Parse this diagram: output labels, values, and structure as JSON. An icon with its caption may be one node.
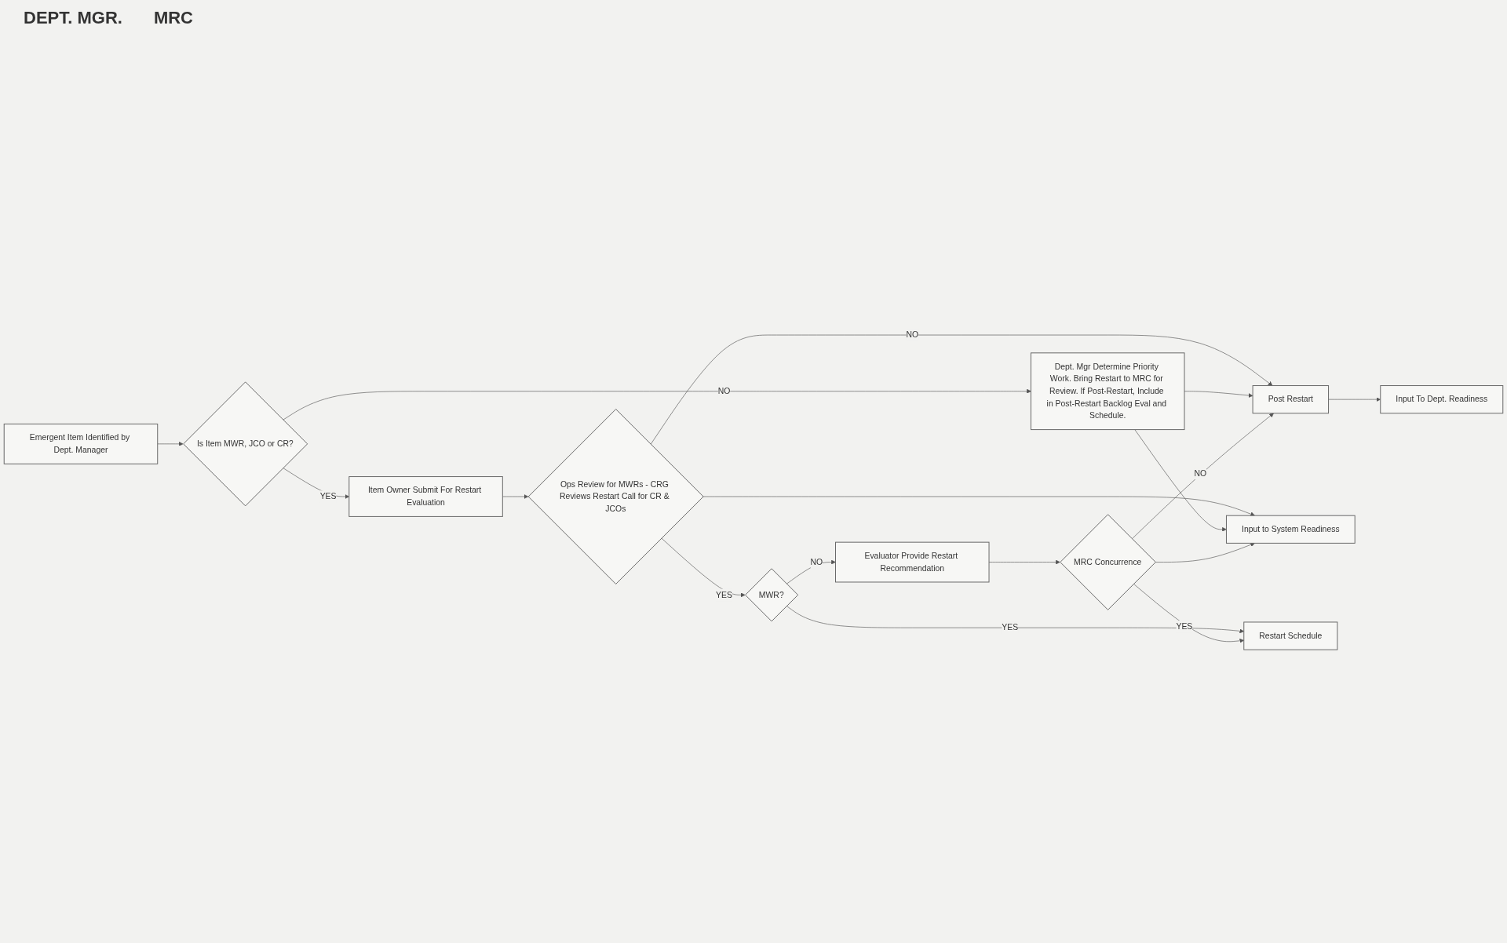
{
  "diagram": {
    "nodes": [
      {
        "text": [
          "Emergent Item Identified by Dept. Manager"
        ]
      },
      {
        "text": [
          "Is Item MWR, JCO or CR?"
        ]
      },
      {
        "text": [
          "Item Owner Submit For Restart Evaluation"
        ]
      },
      {
        "text": [
          "Ops Review for MWRs - CRG Reviews Restart Call for CR & JCOs"
        ]
      },
      {
        "text": [
          "MWR?"
        ]
      },
      {
        "text": [
          "Dept. Mgr Determine Priority Work. Bring Restart to MRC for Review. If Post-Restart, Include in Post-Restart Backlog Eval and Schedule."
        ]
      },
      {
        "text": [
          "Evaluator Provide Restart Recommendation"
        ]
      },
      {
        "text": [
          "MRC Concurrence"
        ]
      },
      {
        "text": [
          "Post Restart"
        ]
      },
      {
        "text": [
          "Input to System Readiness"
        ]
      },
      {
        "text": [
          "Input To Dept. Readiness"
        ]
      },
      {
        "text": [
          "Restart Schedule"
        ]
      }
    ],
    "edges": [
      {
        "from": 0,
        "to": 1,
        "arrow": "to"
      },
      {
        "from": 1,
        "to": 2,
        "arrow": "to",
        "label": "YES"
      },
      {
        "from": 1,
        "to": 5,
        "arrow": "to",
        "label": "NO"
      },
      {
        "from": 2,
        "to": 3,
        "arrow": "to"
      },
      {
        "from": 3,
        "to": 4,
        "arrow": "to",
        "label": "YES"
      },
      {
        "from": 4,
        "to": 11,
        "arrow": "to",
        "label": "YES"
      },
      {
        "from": 4,
        "to": 6,
        "arrow": "to",
        "label": "NO"
      },
      {
        "from": 3,
        "to": 8,
        "arrow": "to",
        "label": "NO"
      },
      {
        "from": 3,
        "to": 9,
        "arrow": "to"
      },
      {
        "from": 5,
        "to": 9,
        "arrow": "to"
      },
      {
        "from": 5,
        "to": 8,
        "arrow": "to"
      },
      {
        "from": 6,
        "to": 7,
        "arrow": "to"
      },
      {
        "from": 7,
        "to": 8,
        "arrow": "to",
        "label": "NO"
      },
      {
        "from": 7,
        "to": 9,
        "arrow": "to"
      },
      {
        "from": 7,
        "to": 11,
        "arrow": "to",
        "label": "YES"
      },
      {
        "from": 8,
        "to": 10,
        "arrow": "to"
      }
    ],
    "labels": [
      "DEPT. MGR.",
      "MRC"
    ]
  }
}
